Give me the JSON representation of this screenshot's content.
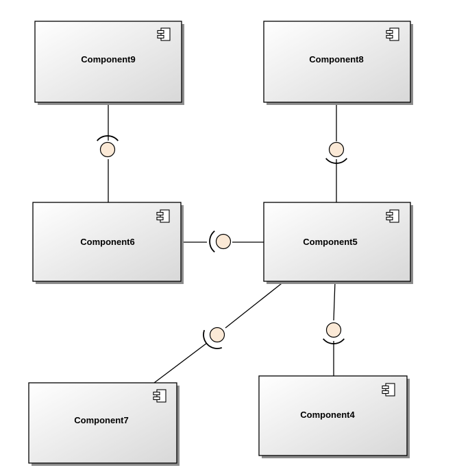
{
  "diagram": {
    "components": [
      {
        "id": "c9",
        "label": "Component9"
      },
      {
        "id": "c8",
        "label": "Component8"
      },
      {
        "id": "c6",
        "label": "Component6"
      },
      {
        "id": "c5",
        "label": "Component5"
      },
      {
        "id": "c7",
        "label": "Component7"
      },
      {
        "id": "c4",
        "label": "Component4"
      }
    ],
    "connectors": [
      {
        "from": "Component9",
        "to": "Component6",
        "type": "assembly"
      },
      {
        "from": "Component8",
        "to": "Component5",
        "type": "assembly"
      },
      {
        "from": "Component6",
        "to": "Component5",
        "type": "assembly"
      },
      {
        "from": "Component5",
        "to": "Component7",
        "type": "assembly"
      },
      {
        "from": "Component5",
        "to": "Component4",
        "type": "assembly"
      }
    ],
    "colors": {
      "box_fill_light": "#ffffff",
      "box_fill_dark": "#dcdcdc",
      "box_stroke": "#000000",
      "shadow": "#8c8c8c",
      "ball_fill": "#fbe9d6",
      "line": "#000000"
    },
    "icon": "component-icon"
  }
}
